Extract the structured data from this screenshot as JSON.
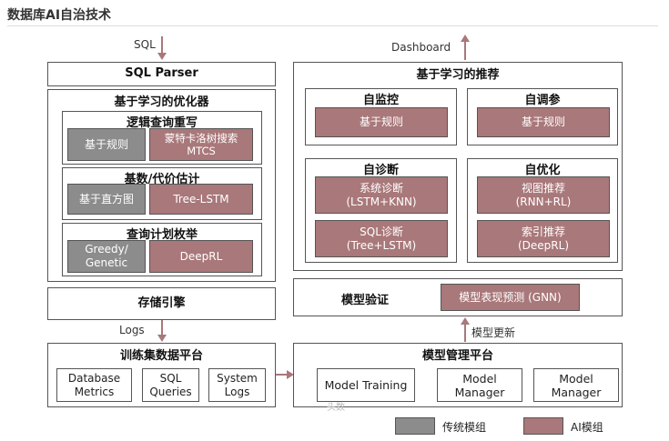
{
  "title": "数据库AI自治技术",
  "left": {
    "sql_label": "SQL",
    "parser": "SQL Parser",
    "optimizer": {
      "title": "基于学习的优化器",
      "rewrite": {
        "title": "逻辑查询重写",
        "traditional": "基于规则",
        "ai": "蒙特卡洛树搜索\nMTCS"
      },
      "cost": {
        "title": "基数/代价估计",
        "traditional": "基于直方图",
        "ai": "Tree-LSTM"
      },
      "plan": {
        "title": "查询计划枚举",
        "traditional": "Greedy/\nGenetic",
        "ai": "DeepRL"
      }
    },
    "storage": "存储引擎",
    "logs_label": "Logs",
    "training": {
      "title": "训练集数据平台",
      "items": [
        "Database\nMetrics",
        "SQL\nQueries",
        "System\nLogs"
      ]
    }
  },
  "right": {
    "dashboard_label": "Dashboard",
    "recommend": {
      "title": "基于学习的推荐",
      "self_monitor": {
        "title": "自监控",
        "items": [
          "基于规则"
        ]
      },
      "self_tune": {
        "title": "自调参",
        "items": [
          "基于规则"
        ]
      },
      "self_diagnose": {
        "title": "自诊断",
        "items": [
          "系统诊断\n(LSTM+KNN)",
          "SQL诊断\n(Tree+LSTM)"
        ]
      },
      "self_optimize": {
        "title": "自优化",
        "items": [
          "视图推荐\n(RNN+RL)",
          "索引推荐\n(DeepRL)"
        ]
      }
    },
    "validation": {
      "title": "模型验证",
      "ai": "模型表现预测 (GNN)"
    },
    "update_label": "模型更新",
    "management": {
      "title": "模型管理平台",
      "items": [
        "Model Training",
        "Model\nManager",
        "Model\nManager"
      ]
    }
  },
  "watermark": "头数",
  "legend": {
    "traditional": "传统模组",
    "ai": "AI模组"
  },
  "colors": {
    "traditional": "#8c8c8c",
    "ai": "#a9787a",
    "arrow": "#a9787a"
  }
}
